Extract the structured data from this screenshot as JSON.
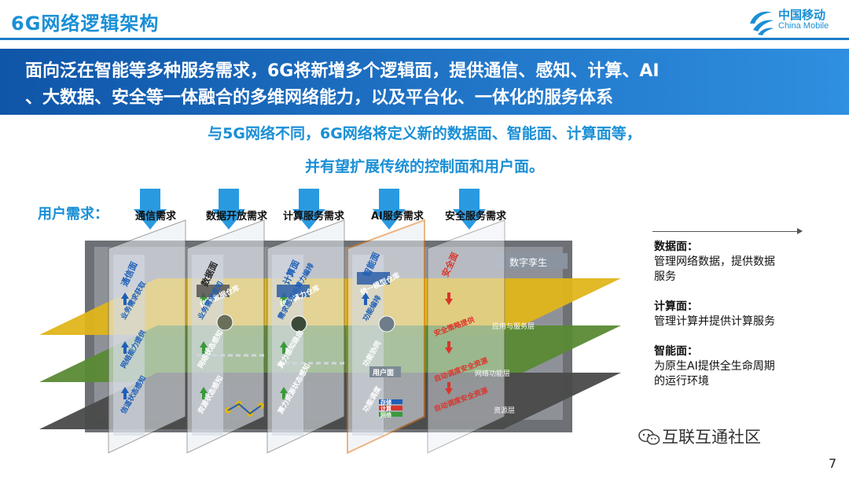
{
  "header": {
    "title": "6G网络逻辑架构",
    "logo_cn": "中国移动",
    "logo_en": "China Mobile"
  },
  "banner": {
    "line1": "面向泛在智能等多种服务需求，6G将新增多个逻辑面，提供通信、感知、计算、AI",
    "line2": "、大数据、安全等一体融合的多维网络能力，以及平台化、一体化的服务体系"
  },
  "subtitle": {
    "line1": "与5G网络不同，6G网络将定义新的数据面、智能面、计算面等，",
    "line2": "并有望扩展传统的控制面和用户面。"
  },
  "diagram": {
    "user_req_label": "用户需求：",
    "demands": [
      "通信需求",
      "数据开放需求",
      "计算服务需求",
      "AI服务需求",
      "安全服务需求"
    ],
    "planes": [
      "通信面",
      "数据面",
      "计算面",
      "智能面",
      "安全面"
    ],
    "twin_label": "数字孪生",
    "layers": [
      "应用与服务层",
      "网络功能层",
      "资源层"
    ],
    "plane_sublabels": {
      "data": "统一数据仓库",
      "compute": "统一算力仓库",
      "ai": "统一模型仓库"
    },
    "user_plane_label": "用户面",
    "small_texts": {
      "comm": [
        "业务需求获取",
        "网络能力提供",
        "信道状态感知"
      ],
      "data": [
        "业务需求感知",
        "网络状态感知",
        "资源状态感知"
      ],
      "compute": [
        "需求感知与算力编排",
        "算力感知路由",
        "算力资源状态感知"
      ],
      "ai": [
        "功能编排",
        "功能协同",
        "功能调度"
      ],
      "security": [
        "安全策略提供",
        "自动调度安全资源",
        "自动调度安全资源"
      ],
      "resource_tags": [
        "存储",
        "计算",
        "网络"
      ]
    }
  },
  "sidebar": {
    "items": [
      {
        "title": "数据面：",
        "lines": [
          "管理网络数据，提供数据",
          "服务"
        ]
      },
      {
        "title": "计算面：",
        "lines": [
          "管理计算并提供计算服务"
        ]
      },
      {
        "title": "智能面：",
        "lines": [
          "为原生AI提供全生命周期",
          "的运行环境"
        ]
      }
    ]
  },
  "footer": {
    "watermark": "互联互通社区",
    "page_number": "7"
  },
  "colors": {
    "accent": "#1a8fd6",
    "banner_dark": "#0f55a8",
    "banner_light": "#2f8fe0",
    "app_layer": "#e0b51a",
    "net_layer": "#5a8a34",
    "res_layer": "#4a4a4a",
    "security_plane": "#d9352b"
  }
}
